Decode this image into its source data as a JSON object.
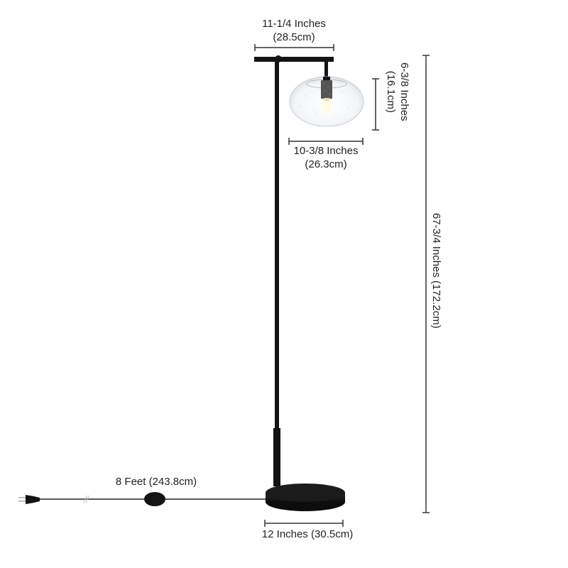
{
  "product": {
    "type": "floor lamp",
    "finish_color": "#141414",
    "shade": "clear seeded glass"
  },
  "dimensions": {
    "arm_width": {
      "inches": "11-1/4 Inches",
      "cm": "(28.5cm)"
    },
    "shade_height": {
      "inches": "6-3/8 Inches",
      "cm": "(16.1cm)"
    },
    "shade_width": {
      "inches": "10-3/8 Inches",
      "cm": "(26.3cm)"
    },
    "overall_height": {
      "label": "67-3/4 Inches (172.2cm)"
    },
    "cord_length": {
      "label": "8 Feet (243.8cm)"
    },
    "base_diameter": {
      "label": "12 Inches (30.5cm)"
    }
  },
  "colors": {
    "metal": "#141414",
    "dimension_line": "#333333",
    "glass": "#eef0f2",
    "socket": "#555555"
  }
}
